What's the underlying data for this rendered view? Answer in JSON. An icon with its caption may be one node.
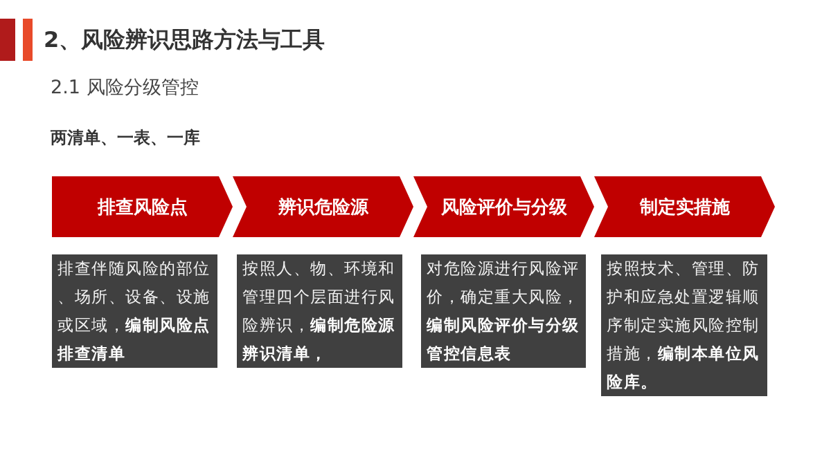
{
  "diagram": {
    "title": "2、风险辨识思路方法与工具",
    "nodes": [
      {
        "text": [
          "排查风险点"
        ]
      },
      {
        "text": [
          "辨识危险源"
        ]
      },
      {
        "text": [
          "风险评价与分级"
        ]
      },
      {
        "text": [
          "制定实措施"
        ]
      },
      {
        "text": [
          "排查伴随风险的部位、场所、设备、设施或区域，**编制风险点排查清单**"
        ]
      },
      {
        "text": [
          "按照人、物、环境和管理四个层面进行风险辨识，**编制危险源辨识清单，**"
        ]
      },
      {
        "text": [
          "对危险源进行风险评价，确定重大风险，**编制风险评价与分级管控信息表**"
        ]
      },
      {
        "text": [
          "按照技术、管理、防护和应急处置逻辑顺序制定实施风险控制措施，**编制本单位风险库。**"
        ]
      }
    ],
    "labels": [
      "2.1 风险分级管控",
      "两清单、一表、一库"
    ]
  }
}
